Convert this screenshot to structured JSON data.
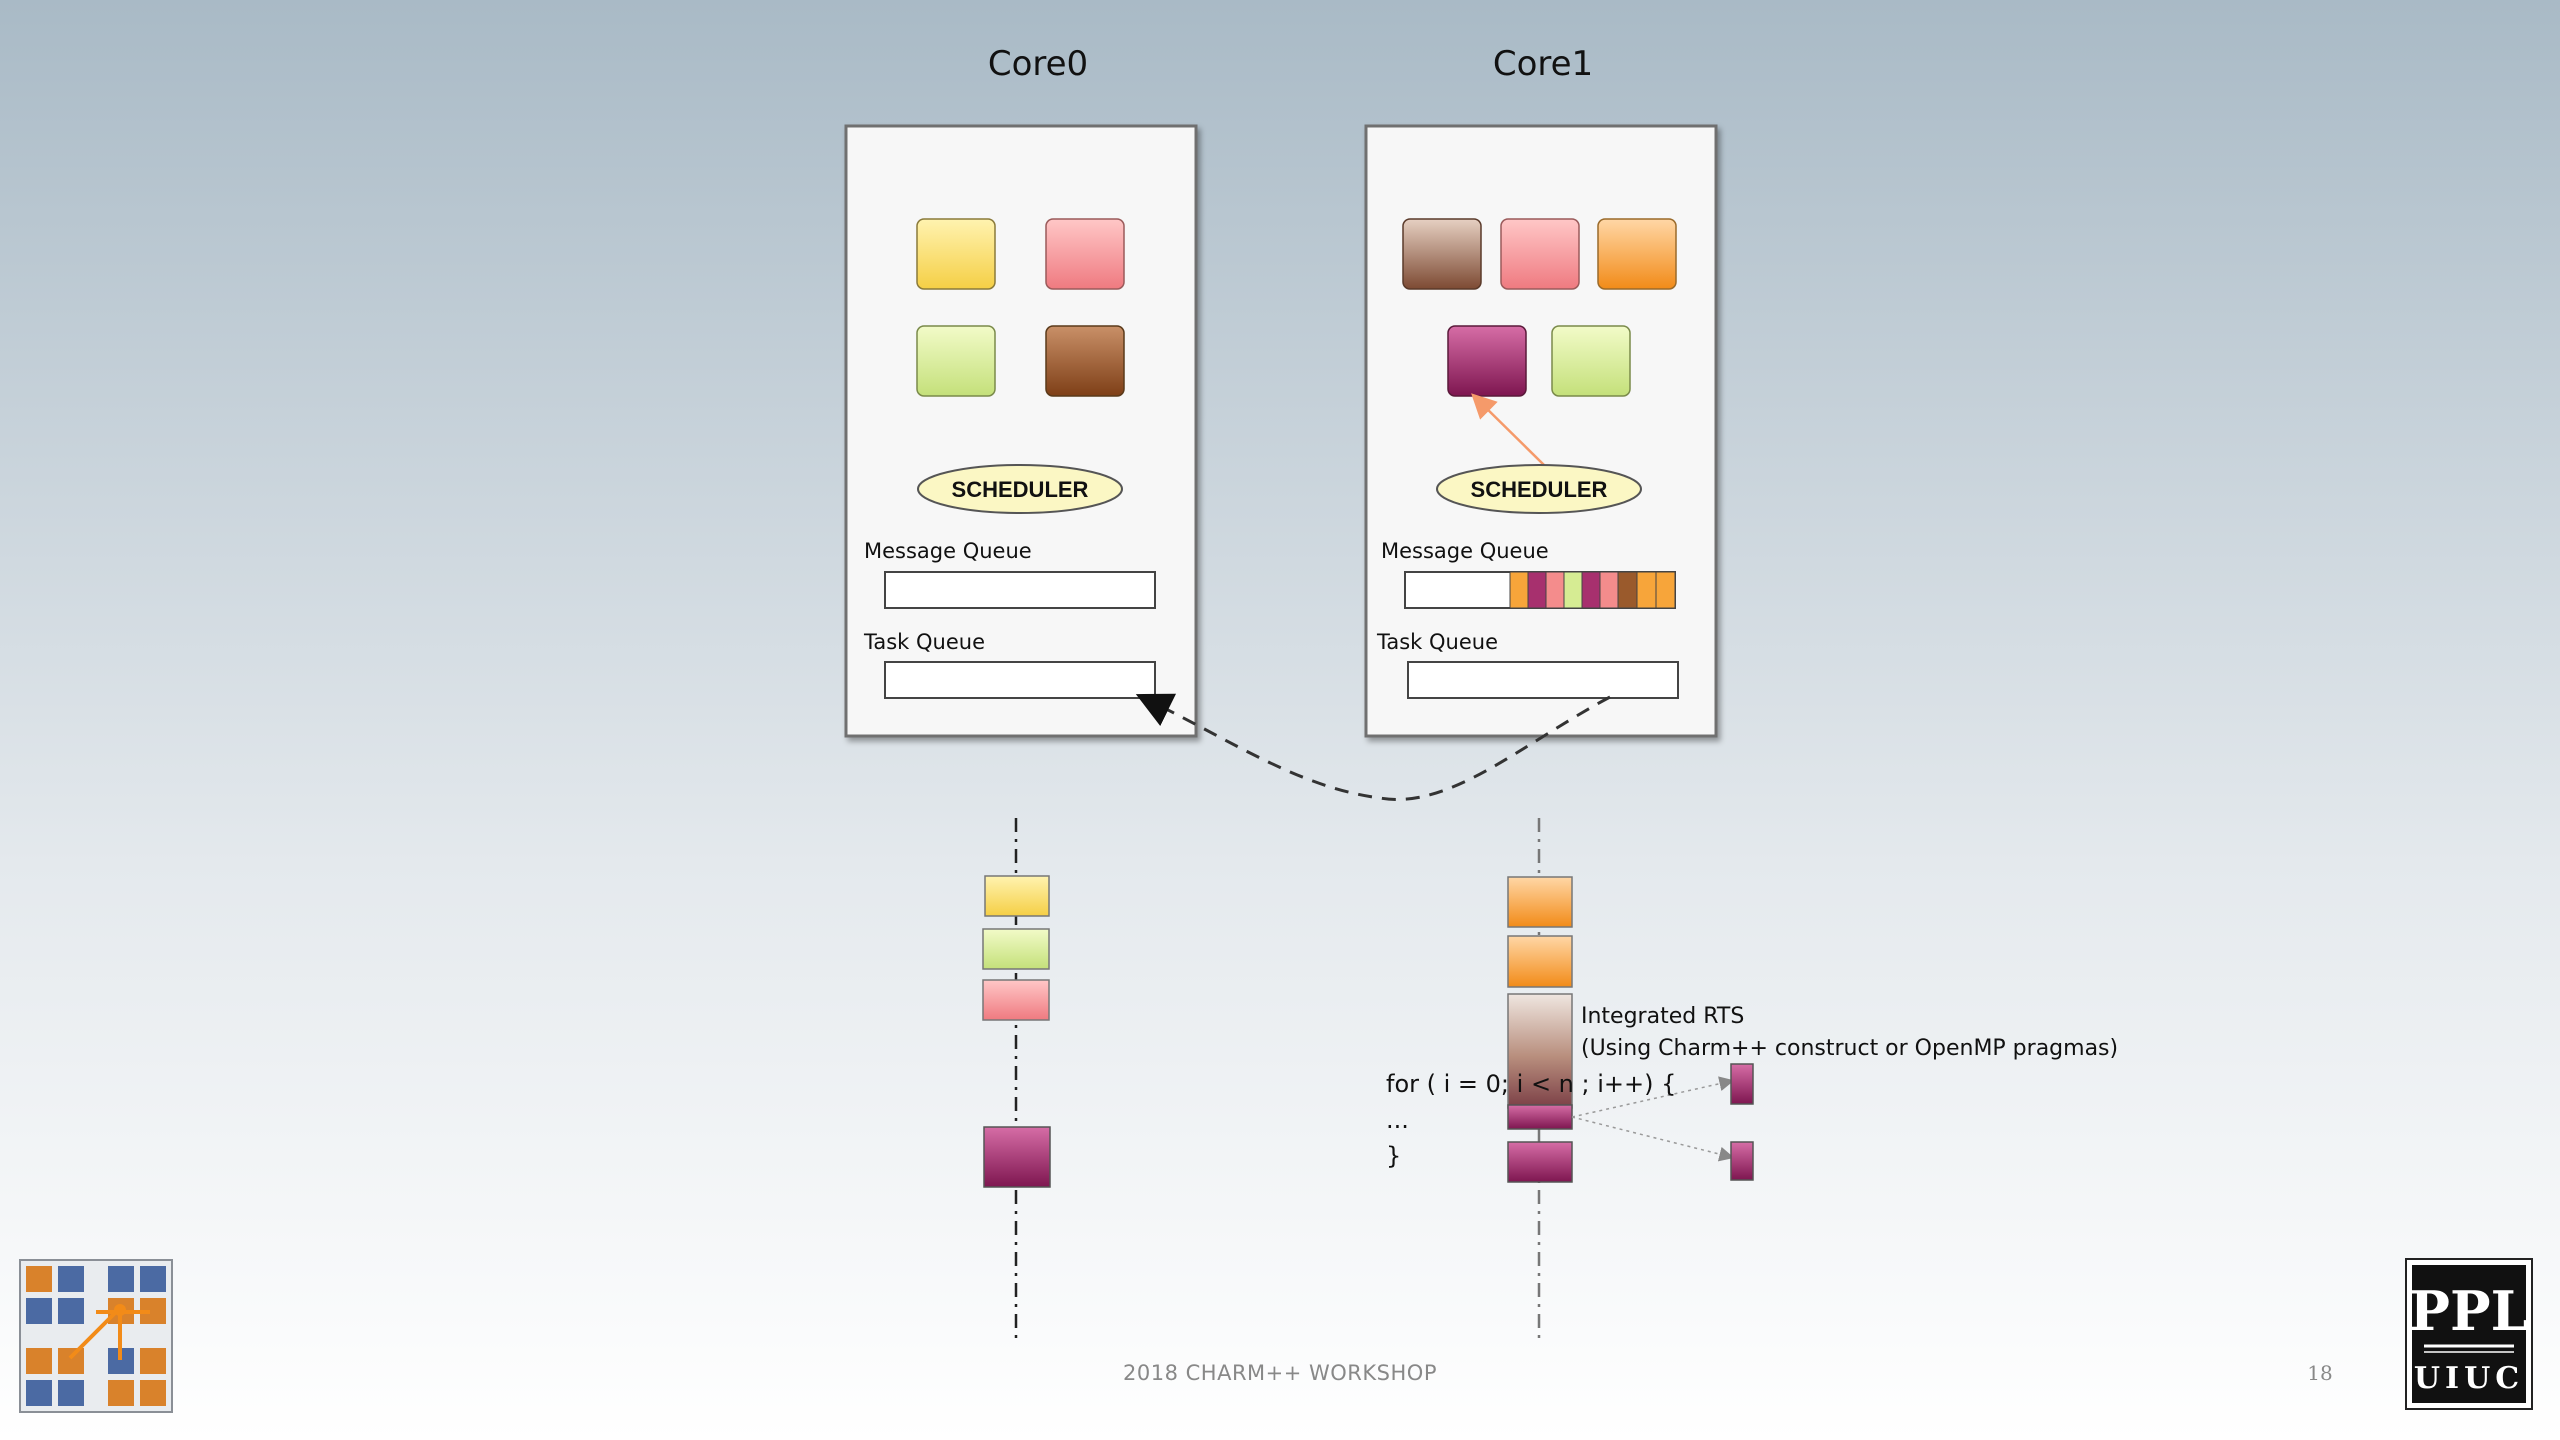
{
  "cores": [
    {
      "title": "Core0",
      "message_queue_label": "Message Queue",
      "task_queue_label": "Task Queue",
      "scheduler_label": "SCHEDULER"
    },
    {
      "title": "Core1",
      "message_queue_label": "Message Queue",
      "task_queue_label": "Task Queue",
      "scheduler_label": "SCHEDULER"
    }
  ],
  "annotation": {
    "line1": "Integrated RTS",
    "line2": "(Using Charm++ construct or OpenMP pragmas)"
  },
  "code": {
    "line1": "for ( i = 0; i < n ; i++) {",
    "line2": "...",
    "line3": "}"
  },
  "footer": {
    "workshop": "2018 CHARM++ WORKSHOP",
    "page_number": "18"
  },
  "logo": {
    "top": "PPL",
    "bottom": "UIUC"
  },
  "colors": {
    "yellow": "#f9dc6a",
    "pink": "#f48c8c",
    "lime": "#d6ec93",
    "brown": "#9a5a2c",
    "orange": "#f7a53a",
    "magenta": "#a7306e"
  }
}
